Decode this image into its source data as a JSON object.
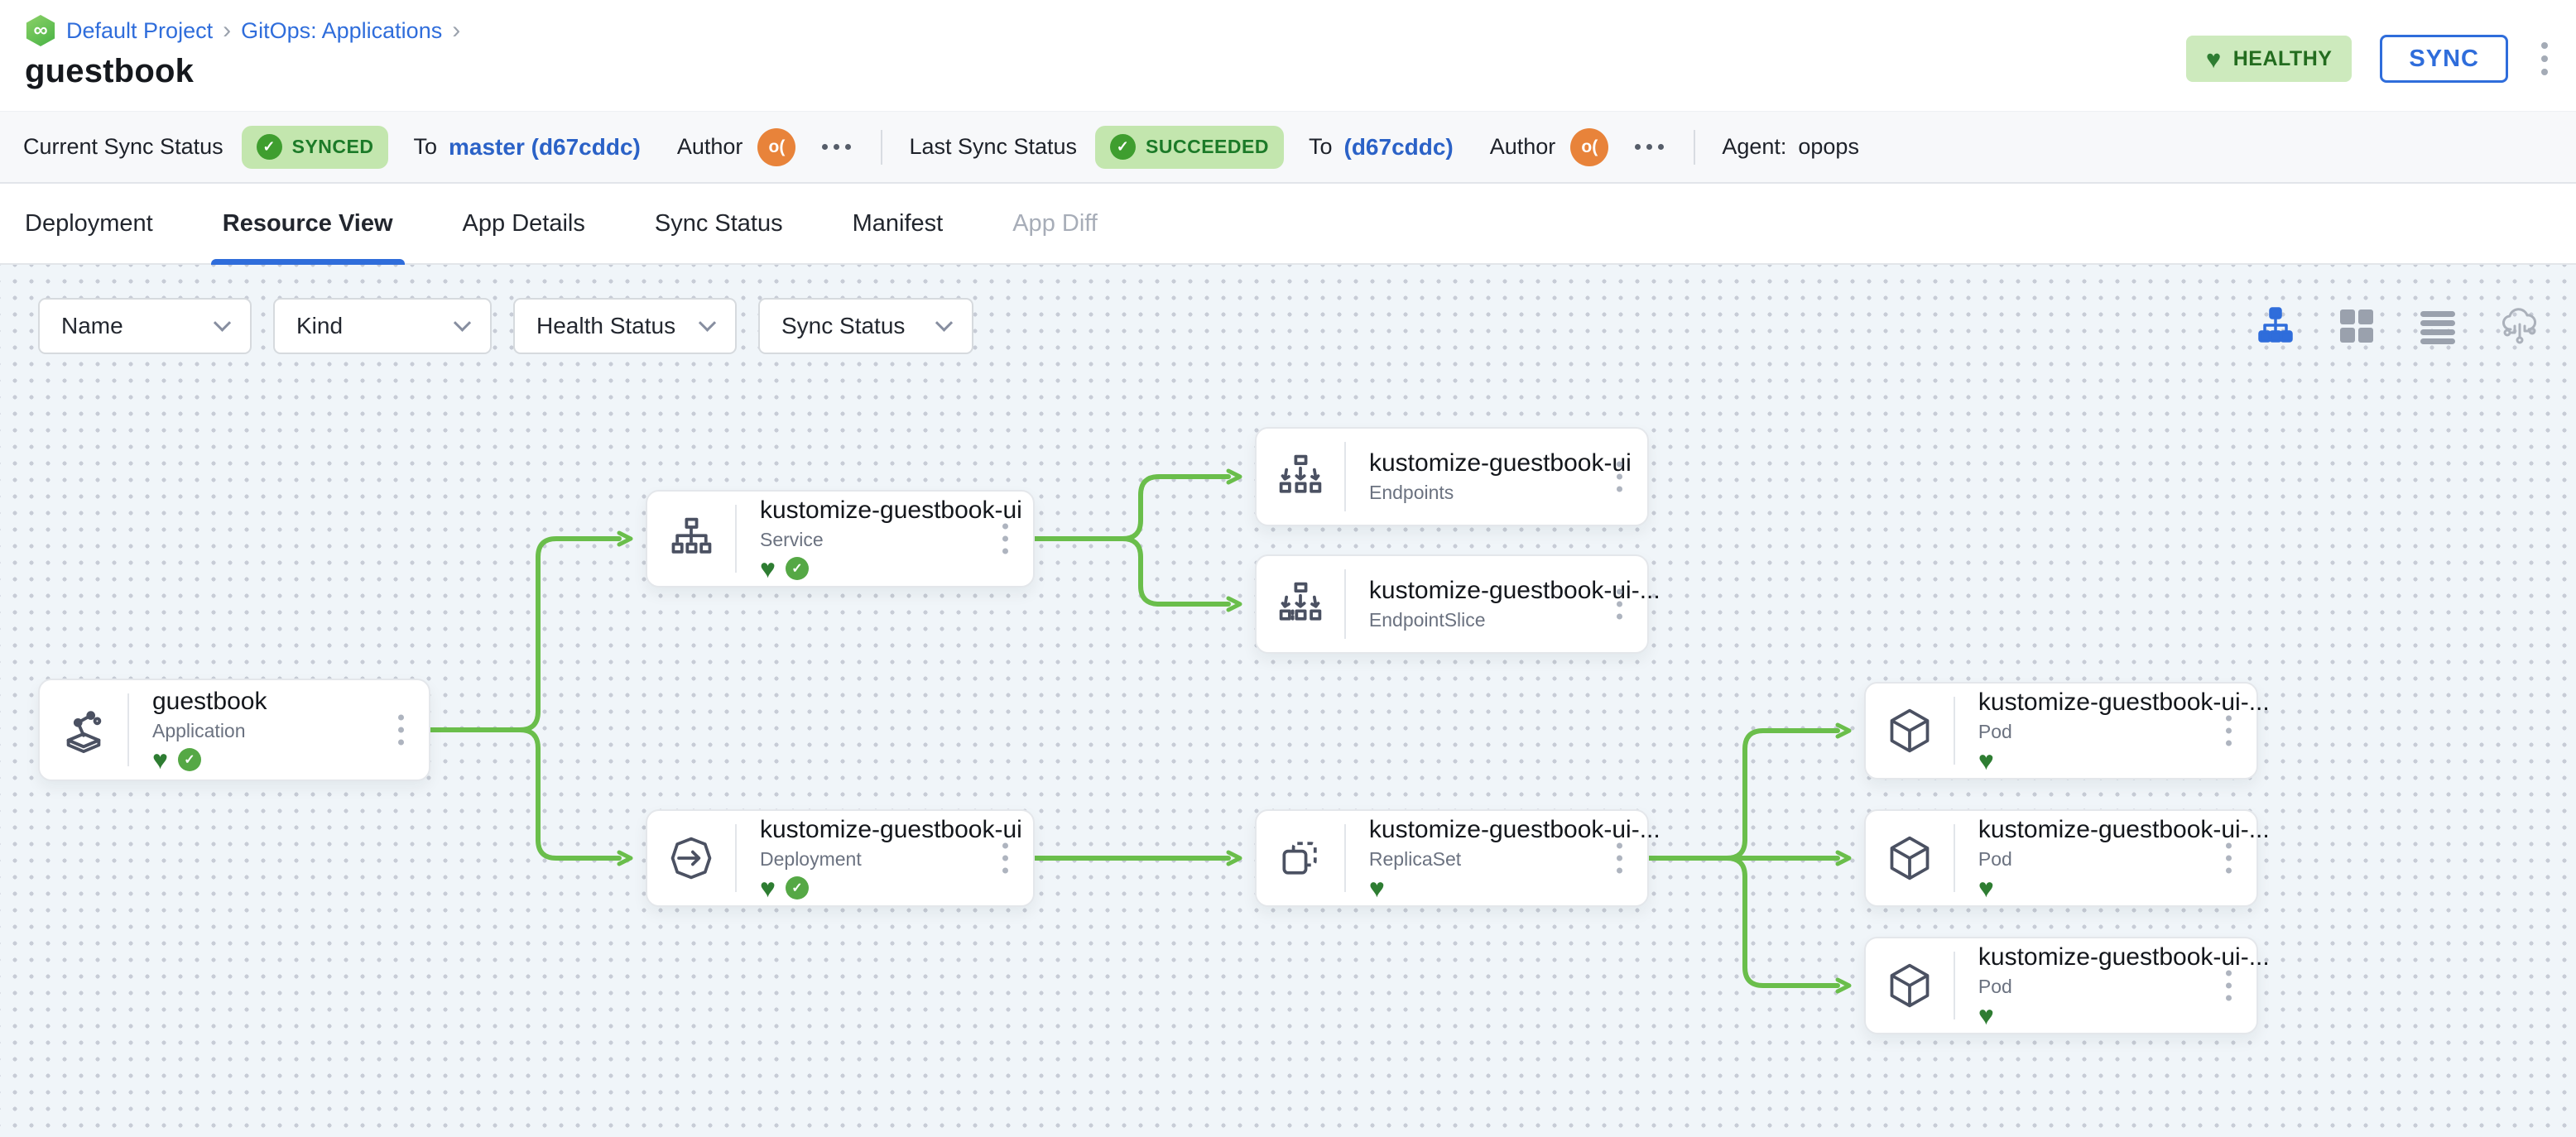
{
  "colors": {
    "accent": "#2f6ddb",
    "connector-green": "#6abe4b",
    "healthy-green": "#2e7d32",
    "health-badge-bg": "#cdeabd",
    "badge-green-bg": "#c3e6ae",
    "graph-bg": "#f0f5f9",
    "avatar-orange": "#e8833a"
  },
  "breadcrumb": {
    "project": "Default Project",
    "section": "GitOps: Applications",
    "separator": "›"
  },
  "page": {
    "title": "guestbook"
  },
  "header": {
    "health_status": "HEALTHY",
    "sync_button": "SYNC"
  },
  "status_bar": {
    "current": {
      "label": "Current Sync Status",
      "status": "SYNCED",
      "to": "To",
      "target": "master (d67cddc)",
      "author": "Author",
      "avatar": "o("
    },
    "last": {
      "label": "Last Sync Status",
      "status": "SUCCEEDED",
      "to": "To",
      "target": "(d67cddc)",
      "author": "Author",
      "avatar": "o("
    },
    "agent": {
      "label": "Agent:",
      "value": "opops"
    }
  },
  "tabs": {
    "deployment": "Deployment",
    "resource_view": "Resource View",
    "app_details": "App Details",
    "sync_status": "Sync Status",
    "manifest": "Manifest",
    "app_diff": "App Diff"
  },
  "filters": {
    "name": "Name",
    "kind": "Kind",
    "health": "Health Status",
    "sync": "Sync Status"
  },
  "view_toggles": [
    "tree-view",
    "grid-view",
    "list-view",
    "cluster-view"
  ],
  "graph": {
    "nodes": [
      {
        "title": "guestbook",
        "kind": "Application",
        "health": "healthy",
        "synced": true
      },
      {
        "title": "kustomize-guestbook-ui",
        "kind": "Service",
        "health": "healthy",
        "synced": true
      },
      {
        "title": "kustomize-guestbook-ui",
        "kind": "Endpoints"
      },
      {
        "title": "kustomize-guestbook-ui-...",
        "kind": "EndpointSlice"
      },
      {
        "title": "kustomize-guestbook-ui",
        "kind": "Deployment",
        "health": "healthy",
        "synced": true
      },
      {
        "title": "kustomize-guestbook-ui-...",
        "kind": "ReplicaSet",
        "health": "healthy"
      },
      {
        "title": "kustomize-guestbook-ui-...",
        "kind": "Pod",
        "health": "healthy"
      },
      {
        "title": "kustomize-guestbook-ui-...",
        "kind": "Pod",
        "health": "healthy"
      },
      {
        "title": "kustomize-guestbook-ui-...",
        "kind": "Pod",
        "health": "healthy"
      }
    ]
  }
}
